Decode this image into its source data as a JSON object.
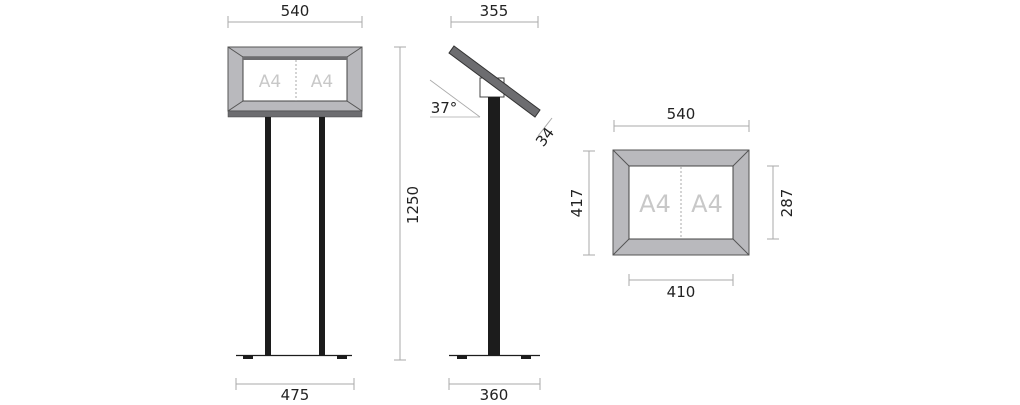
{
  "front_view": {
    "width_top": "540",
    "height": "1250",
    "base_width": "475",
    "panel_labels": [
      "A4",
      "A4"
    ]
  },
  "side_view": {
    "depth_top": "355",
    "angle": "37°",
    "thickness": "34",
    "base_depth": "360"
  },
  "panel_view": {
    "outer_width": "540",
    "outer_height": "417",
    "inner_height": "287",
    "inner_width": "410",
    "panel_labels": [
      "A4",
      "A4"
    ]
  },
  "colors": {
    "frame": "#b9b9bd",
    "frame_dark": "#6d6d70",
    "post": "#1c1c1c",
    "dim_line": "#aaaaaa"
  }
}
